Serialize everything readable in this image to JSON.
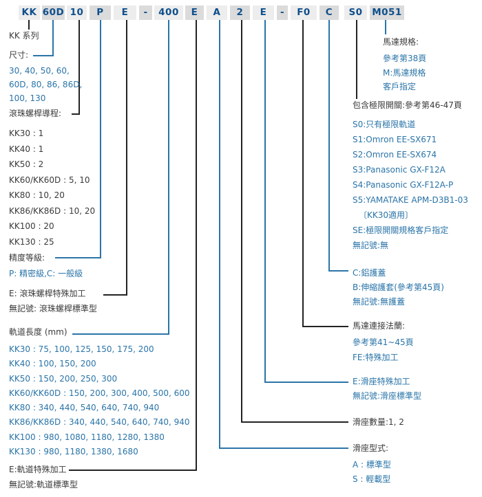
{
  "code": {
    "segments": [
      "KK",
      "60D",
      "10",
      "P",
      "E",
      "-",
      "400",
      "E",
      "A",
      "2",
      "E",
      "-",
      "F0",
      "C",
      "S0",
      "M051"
    ]
  },
  "left": {
    "series_label": "KK 系列",
    "size_label": "尺寸:",
    "size_items": [
      "30, 40, 50, 60,",
      "60D, 80, 86, 86D,",
      "100, 130"
    ],
    "lead_label": "滾珠螺桿導程:",
    "lead_items": [
      "KK30 : 1",
      "KK40 : 1",
      "KK50 : 2",
      "KK60/KK60D : 5, 10",
      "KK80 : 10, 20",
      "KK86/KK86D : 10, 20",
      "KK100 : 20",
      "KK130 : 25"
    ],
    "precision_label": "精度等級:",
    "precision_value": "P: 精密級,C: 一般級",
    "ballscrew_special": "E: 滾珠螺桿特殊加工",
    "ballscrew_standard": "無記號: 滾珠螺桿標準型",
    "length_label": "軌道長度 (mm)",
    "length_items": [
      "KK30 : 75, 100, 125, 150, 175, 200",
      "KK40 : 100, 150, 200",
      "KK50 : 150, 200, 250, 300",
      "KK60/KK60D : 150, 200, 300, 400, 500, 600",
      "KK80 : 340, 440, 540, 640, 740, 940",
      "KK86/KK86D : 340, 440, 540, 640, 740, 940",
      "KK100 : 980, 1080, 1180, 1280, 1380",
      "KK130 : 980, 1180, 1380, 1680"
    ],
    "rail_special": "E:軌道特殊加工",
    "rail_standard": "無記號:軌道標準型"
  },
  "right": {
    "motor_label": "馬達規格:",
    "motor_items": [
      "參考第38頁",
      "M:馬達規格",
      "客戶指定"
    ],
    "switch_label": "包含極限開關:參考第46-47頁",
    "switch_items": [
      "S0:只有極限軌道",
      "S1:Omron EE-SX671",
      "S2:Omron EE-SX674",
      "S3:Panasonic GX-F12A",
      "S4:Panasonic GX-F12A-P",
      "S5:YAMATAKE APM-D3B1-03",
      "〔KK30適用〕",
      "SE:極限開關規格客戶指定",
      "無記號:無"
    ],
    "cover_items": [
      "C:鋁護蓋",
      "B:伸縮護套(參考第45頁)",
      "無記號:無護蓋"
    ],
    "flange_label": "馬達連接法蘭:",
    "flange_items": [
      "參考第41~45頁",
      "FE:特殊加工"
    ],
    "carriage_special": "E:滑座特殊加工",
    "carriage_standard": "無記號:滑座標準型",
    "carriage_qty": "滑座數量:1, 2",
    "carriage_type_label": "滑座型式:",
    "carriage_type_items": [
      "A : 標準型",
      "S : 輕載型"
    ]
  },
  "colors": {
    "header_navy": "#0f4f8c",
    "line_blue": "#2a74a8",
    "line_black": "#222222",
    "text_blue": "#2a74a8",
    "text_dark": "#3a3a3a",
    "box_light": "#ededed",
    "box_dark": "#dbdbdb"
  }
}
